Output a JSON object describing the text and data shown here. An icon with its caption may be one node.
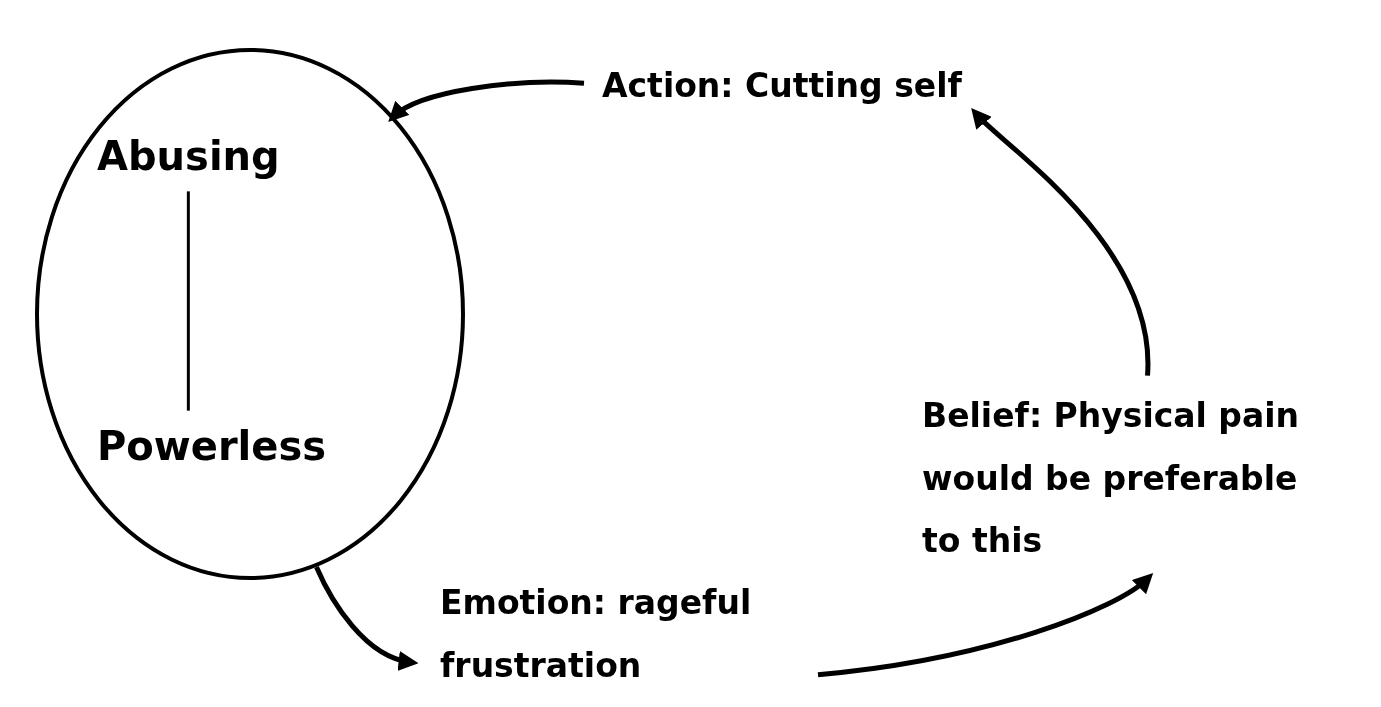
{
  "diagram": {
    "nodes": [
      {
        "text": [],
        "shape": "circle"
      },
      {
        "text": [
          "Abusing"
        ],
        "in": 0
      },
      {
        "text": [
          "Powerless"
        ],
        "in": 0
      },
      {
        "text": [
          "Action: Cutting self"
        ]
      },
      {
        "text": [
          "Belief: Physical pain would be preferable to this"
        ]
      },
      {
        "text": [
          "Emotion: rageful frustration"
        ]
      }
    ],
    "edges": [
      {
        "from": 1,
        "to": 2,
        "arrow": "none"
      },
      {
        "from": 3,
        "to": 0,
        "arrow": "to"
      },
      {
        "from": 0,
        "to": 5,
        "arrow": "to"
      },
      {
        "from": 5,
        "to": 4,
        "arrow": "to"
      },
      {
        "from": 4,
        "to": 3,
        "arrow": "to"
      }
    ]
  }
}
